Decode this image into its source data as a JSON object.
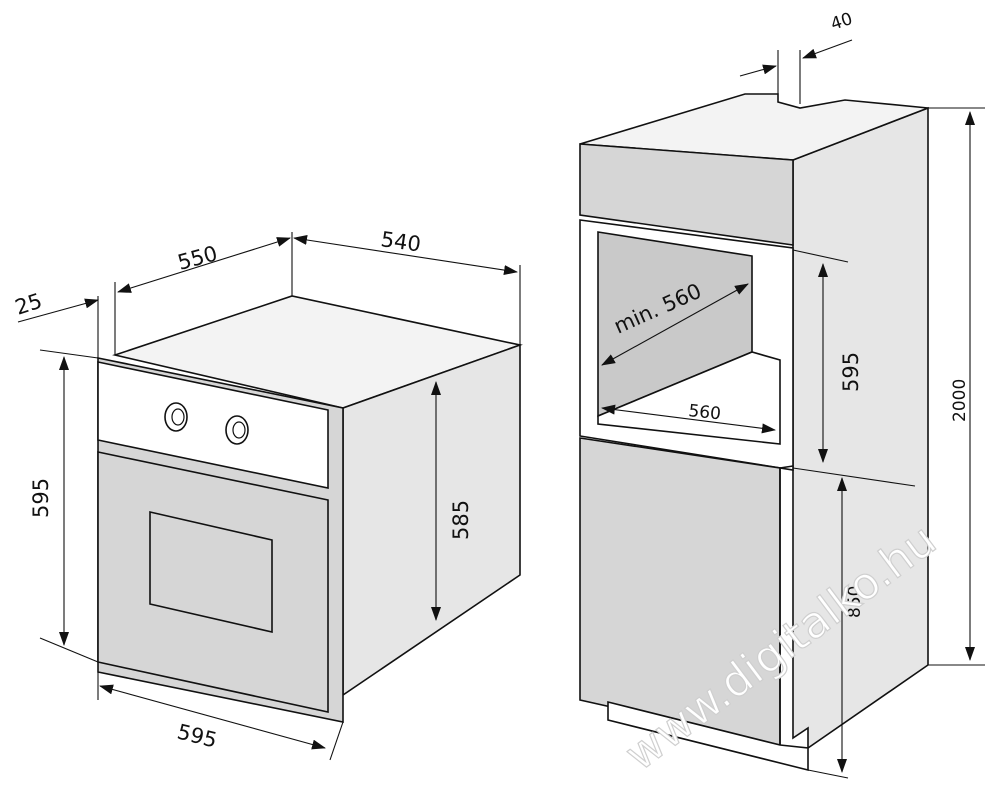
{
  "oven_dimensions": {
    "panel_thickness": "25",
    "depth_total": "550",
    "width_top": "540",
    "height_front": "595",
    "height_side": "585",
    "width_front": "595"
  },
  "cabinet_dimensions": {
    "top_offset": "40",
    "niche_diagonal": "min. 560",
    "niche_width": "560",
    "niche_height": "595",
    "total_height": "2000",
    "base_height": "850"
  },
  "watermark": "www.digitalko.hu",
  "colors": {
    "line": "#111111",
    "face_front": "#d6d6d6",
    "face_top": "#f3f3f3",
    "cavity": "#c9c9c9"
  }
}
